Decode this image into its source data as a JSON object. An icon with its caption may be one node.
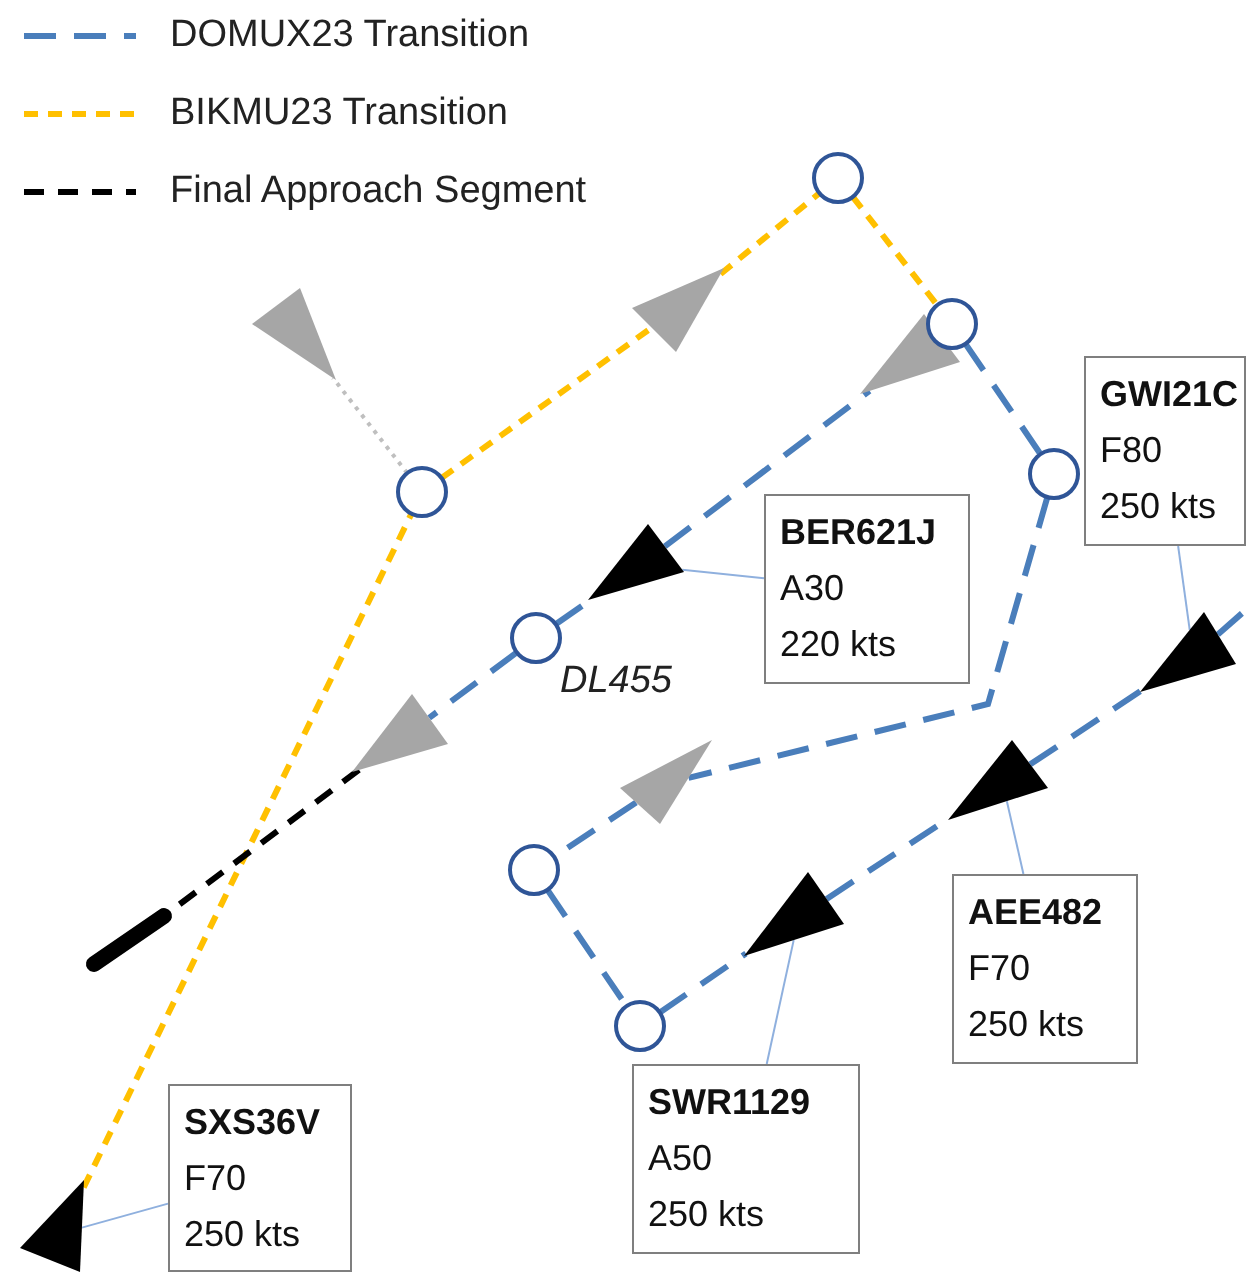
{
  "diagram": {
    "nodes": [
      {
        "text": [],
        "shape": "circle"
      },
      {
        "text": [],
        "shape": "triangle"
      },
      {
        "text": [],
        "shape": "triangle"
      },
      {
        "text": [],
        "shape": "triangle"
      },
      {
        "text": [],
        "shape": "circle"
      },
      {
        "text": [
          "GWI21C",
          "F80",
          "250 kts"
        ]
      },
      {
        "text": [],
        "shape": "circle"
      },
      {
        "text": [],
        "shape": "circle"
      },
      {
        "text": [
          "BER621J",
          "A30",
          "220 kts"
        ]
      },
      {
        "text": [],
        "shape": "triangle"
      },
      {
        "text": [],
        "shape": "circle",
        "beside": [
          "DL455"
        ]
      },
      {
        "text": [],
        "shape": "triangle"
      },
      {
        "text": [],
        "shape": "triangle"
      },
      {
        "text": [],
        "shape": "triangle"
      },
      {
        "text": [],
        "shape": "triangle"
      },
      {
        "text": [],
        "shape": "circle"
      },
      {
        "text": [
          "AEE482",
          "F70",
          "250 kts"
        ]
      },
      {
        "text": [],
        "shape": "triangle"
      },
      {
        "text": [],
        "shape": "bar"
      },
      {
        "text": [],
        "shape": "circle"
      },
      {
        "text": [
          "SWR1129",
          "A50",
          "250 kts"
        ]
      },
      {
        "text": [
          "SXS36V",
          "F70",
          "250 kts"
        ]
      },
      {
        "text": [],
        "shape": "triangle"
      }
    ],
    "edges": [
      {
        "from": 22,
        "to": 7,
        "arrow": "none",
        "style": "dashed",
        "color": "#ffc000"
      },
      {
        "from": 7,
        "to": 1,
        "arrow": "none",
        "style": "dashed",
        "color": "#ffc000"
      },
      {
        "from": 1,
        "to": 0,
        "arrow": "none",
        "style": "dashed",
        "color": "#ffc000"
      },
      {
        "from": 0,
        "to": 4,
        "arrow": "none",
        "style": "dashed",
        "color": "#ffc000"
      },
      {
        "from": 4,
        "to": 6,
        "arrow": "none",
        "style": "dashed"
      },
      {
        "from": 6,
        "to": 13,
        "arrow": "none",
        "style": "dashed"
      },
      {
        "from": 13,
        "to": 15,
        "arrow": "none",
        "style": "dashed"
      },
      {
        "from": 15,
        "to": 19,
        "arrow": "none",
        "style": "dashed"
      },
      {
        "from": 19,
        "to": 17,
        "arrow": "none",
        "style": "dashed"
      },
      {
        "from": 17,
        "to": 14,
        "arrow": "none",
        "style": "dashed"
      },
      {
        "from": 14,
        "to": 11,
        "arrow": "none",
        "style": "dashed"
      },
      {
        "from": 11,
        "to": null,
        "arrow": "none",
        "style": "dashed"
      },
      {
        "from": 10,
        "to": 9,
        "arrow": "none",
        "style": "dashed"
      },
      {
        "from": 9,
        "to": 3,
        "arrow": "none",
        "style": "dashed"
      },
      {
        "from": 10,
        "to": 12,
        "arrow": "none",
        "style": "dashed"
      },
      {
        "from": 12,
        "to": 18,
        "arrow": "none",
        "style": "dashed",
        "color": "#000000"
      },
      {
        "from": 7,
        "to": 2,
        "arrow": "none",
        "style": "dashed",
        "color": "#bfbfbf"
      },
      {
        "from": 8,
        "to": 9,
        "arrow": "none",
        "color": "#8fb0de"
      },
      {
        "from": 5,
        "to": 11,
        "arrow": "none",
        "color": "#8fb0de"
      },
      {
        "from": 16,
        "to": 14,
        "arrow": "none",
        "color": "#8fb0de"
      },
      {
        "from": 20,
        "to": 17,
        "arrow": "none",
        "color": "#8fb0de"
      },
      {
        "from": 21,
        "to": 22,
        "arrow": "none",
        "color": "#8fb0de"
      }
    ],
    "legend": [
      {
        "text": "DOMUX23 Transition"
      },
      {
        "text": "BIKMU23 Transition"
      },
      {
        "text": "Final Approach Segment"
      }
    ]
  }
}
